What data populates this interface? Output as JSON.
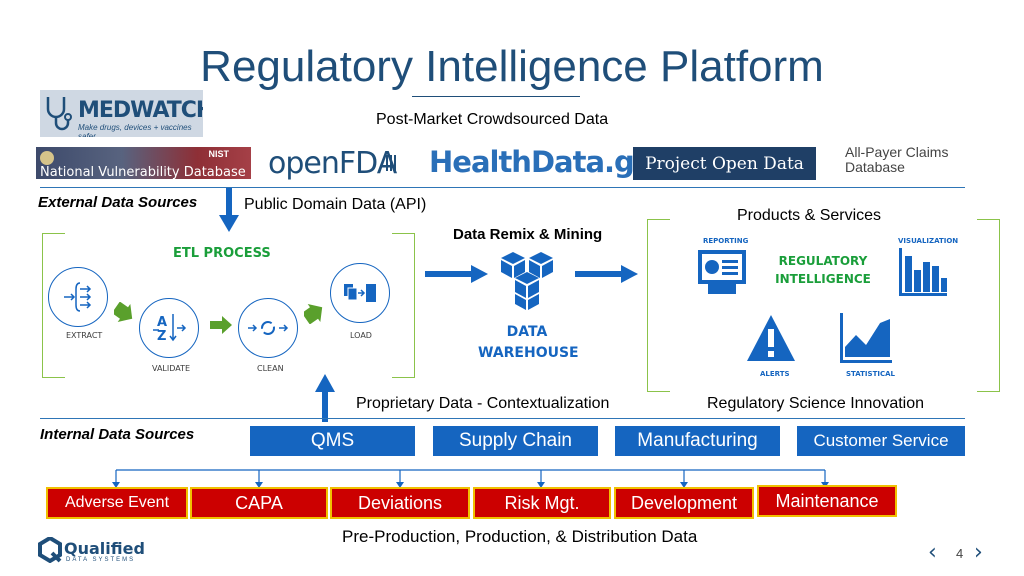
{
  "title": "Regulatory Intelligence Platform",
  "top_caption": "Post-Market Crowdsourced Data",
  "logos": {
    "medwatcher_name": "MEDWATCHER",
    "medwatcher_tagline": "Make drugs, devices + vaccines safer",
    "nvd": "National Vulnerability Database",
    "nist": "NIST",
    "openfda": "openFDA",
    "healthdata": "HealthData.gov",
    "project_open_data": "Project Open Data",
    "all_payer": "All-Payer Claims Database"
  },
  "external_label": "External Data Sources",
  "public_domain": "Public Domain Data (API)",
  "etl": {
    "title": "ETL PROCESS",
    "extract": "EXTRACT",
    "validate": "VALIDATE",
    "clean": "CLEAN",
    "load": "LOAD"
  },
  "data_remix": "Data Remix & Mining",
  "warehouse_line1": "DATA",
  "warehouse_line2": "WAREHOUSE",
  "products": {
    "heading": "Products & Services",
    "reporting": "REPORTING",
    "visualization": "VISUALIZATION",
    "center_line1": "REGULATORY",
    "center_line2": "INTELLIGENCE",
    "alerts": "ALERTS",
    "statistical": "STATISTICAL"
  },
  "proprietary": "Proprietary Data - Contextualization",
  "reg_science": "Regulatory Science Innovation",
  "internal_label": "Internal Data Sources",
  "internal_sources": [
    "QMS",
    "Supply Chain",
    "Manufacturing",
    "Customer Service"
  ],
  "red_items": [
    "Adverse Event",
    "CAPA",
    "Deviations",
    "Risk Mgt.",
    "Development",
    "Maintenance"
  ],
  "bottom_caption": "Pre-Production, Production, & Distribution Data",
  "footer": {
    "company": "Qualified",
    "company_sub": "DATA SYSTEMS",
    "page_number": "4"
  },
  "colors": {
    "title_blue": "#1f4e79",
    "accent_blue": "#1565c0",
    "etl_green": "#1a9e3a",
    "red": "#cc0000"
  }
}
